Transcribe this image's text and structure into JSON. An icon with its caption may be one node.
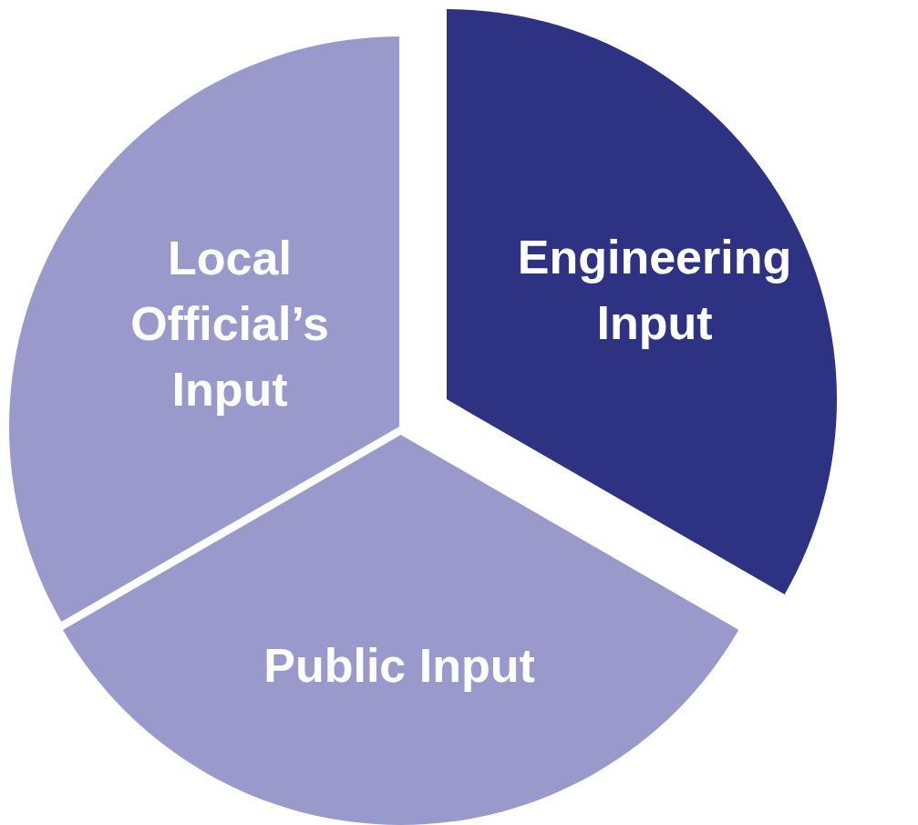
{
  "diagram": {
    "nodes": [
      {
        "text": [
          "Local Official’s Input"
        ]
      },
      {
        "text": [
          "Engineering Input"
        ]
      },
      {
        "text": [
          "Public Input"
        ]
      }
    ]
  }
}
